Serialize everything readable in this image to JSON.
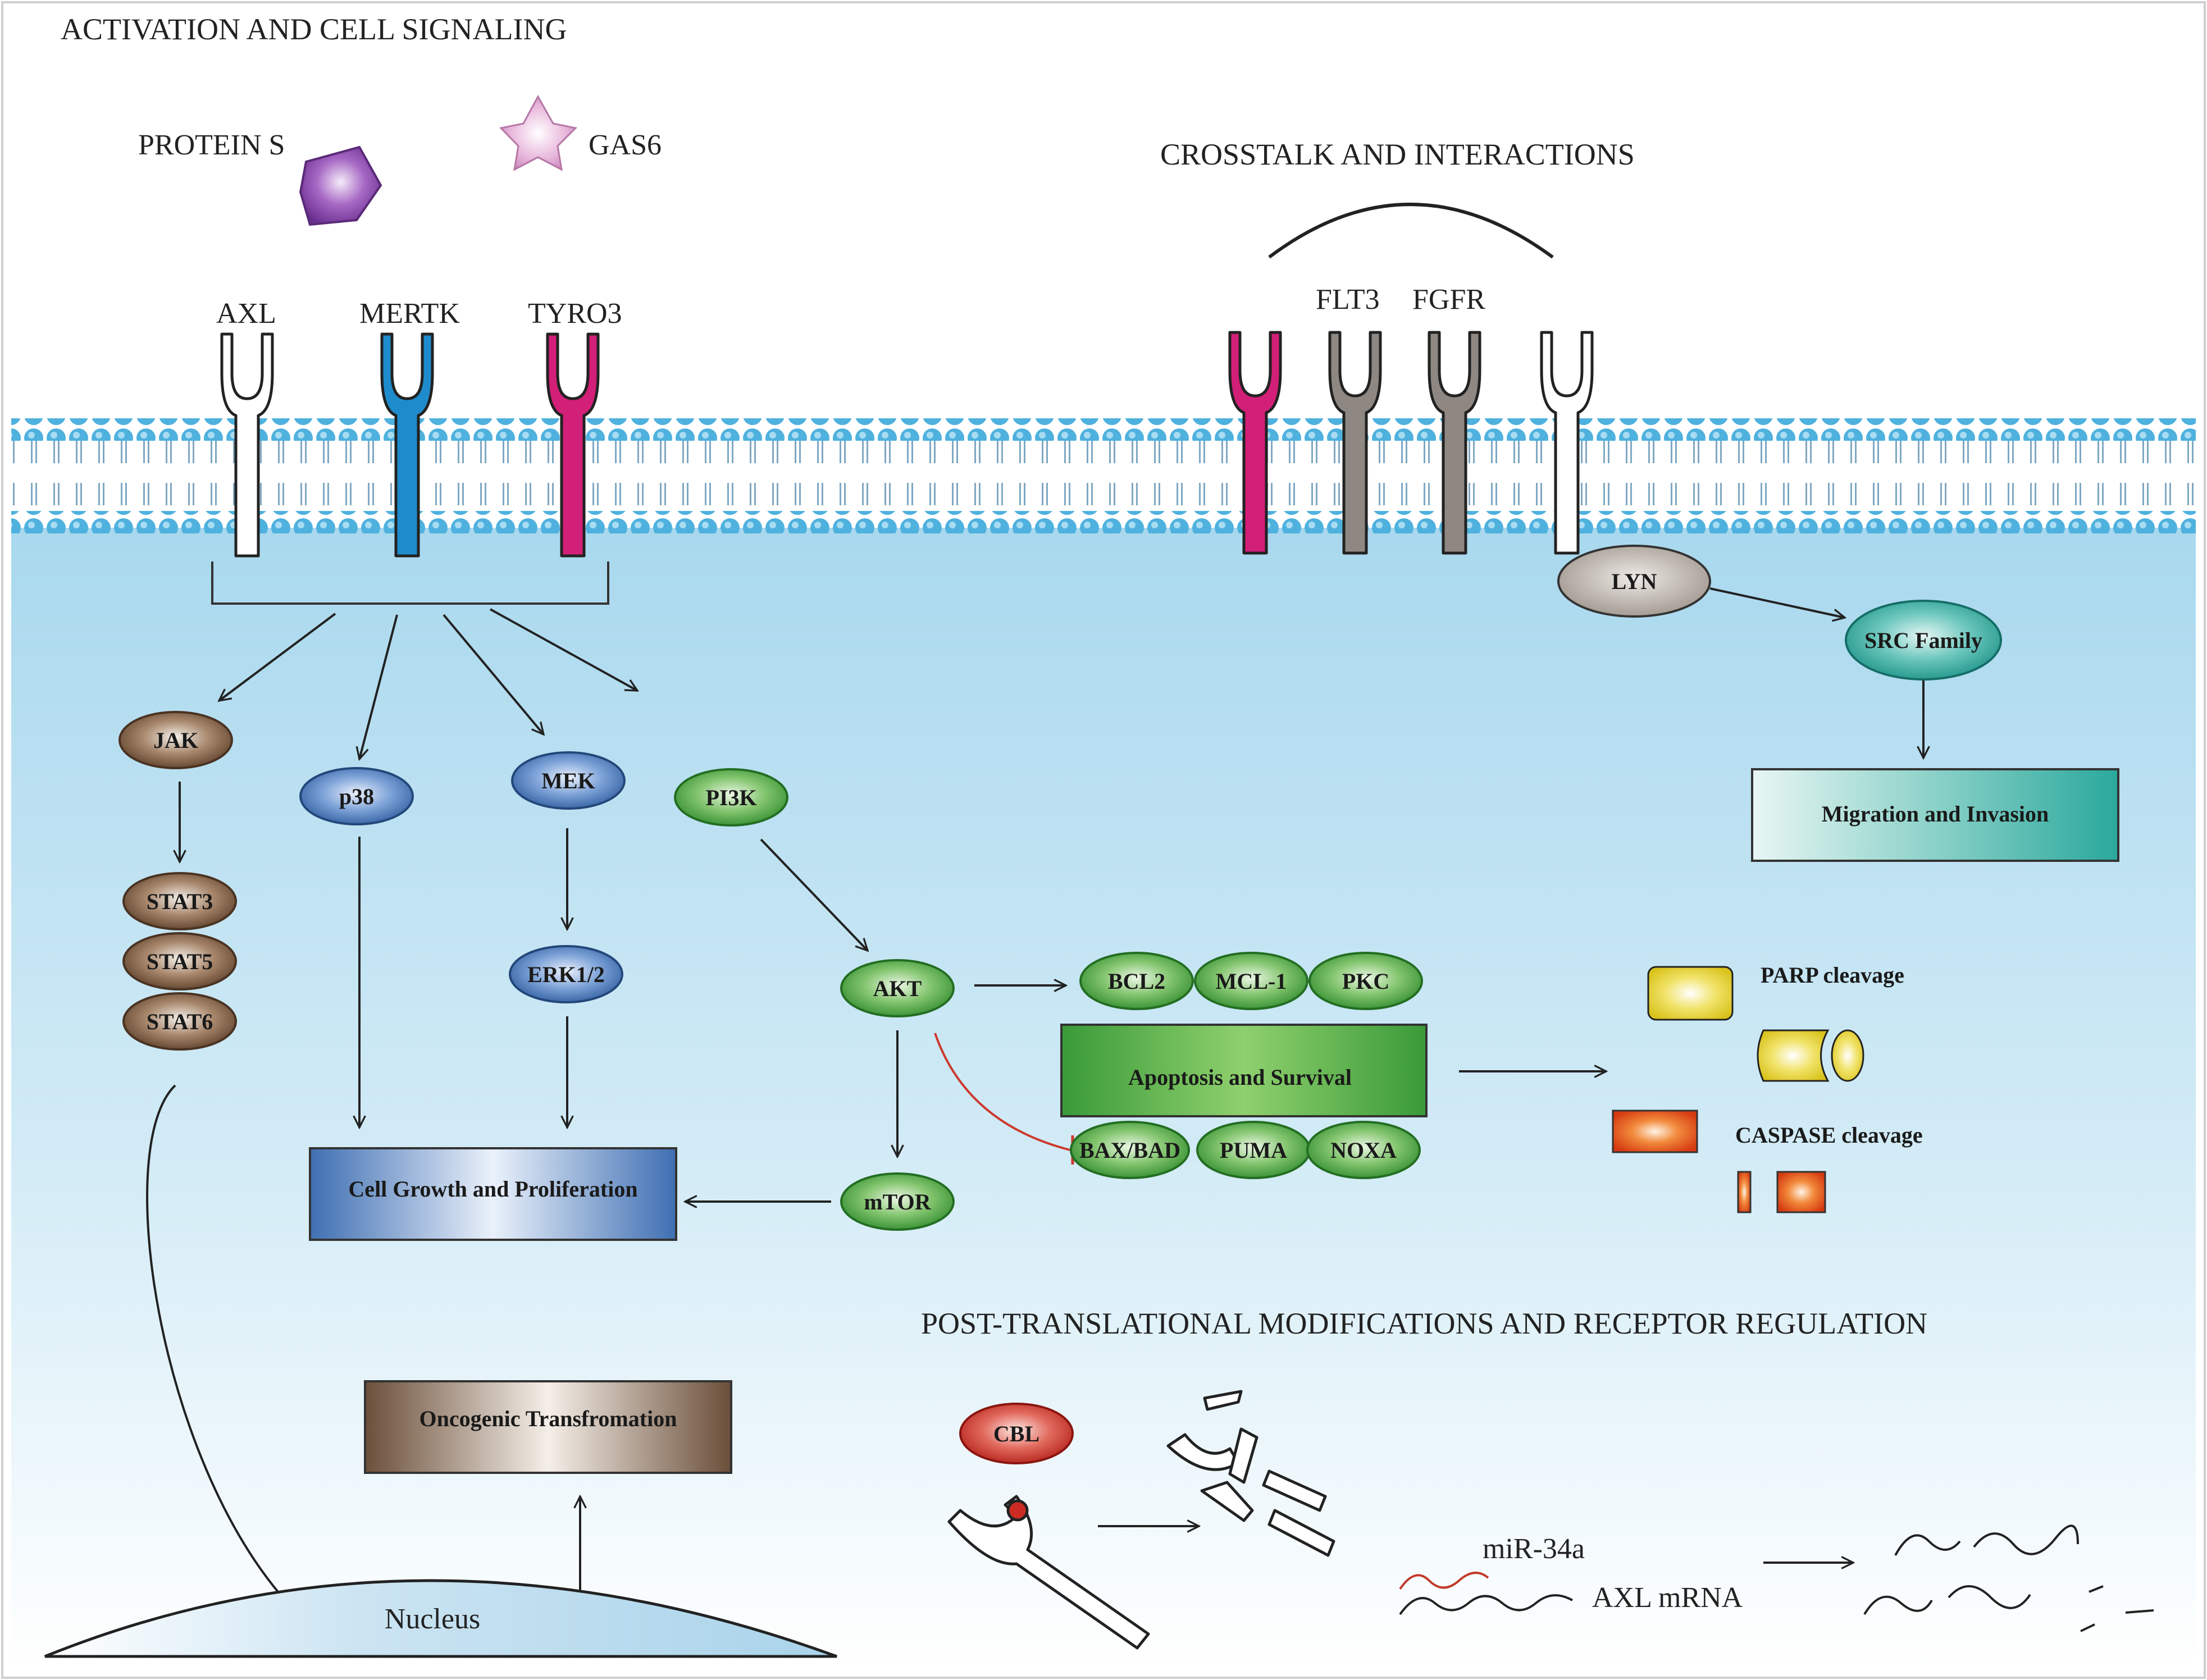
{
  "headings": {
    "activation": "ACTIVATION AND CELL SIGNALING",
    "crosstalk": "CROSSTALK AND INTERACTIONS",
    "ptm": "POST-TRANSLATIONAL MODIFICATIONS AND RECEPTOR REGULATION"
  },
  "ligands": {
    "protein_s": "PROTEIN S",
    "gas6": "GAS6"
  },
  "receptors": {
    "axl": "AXL",
    "mertk": "MERTK",
    "tyro3": "TYRO3",
    "flt3": "FLT3",
    "fgfr": "FGFR"
  },
  "nodes": {
    "jak": "JAK",
    "stat3": "STAT3",
    "stat5": "STAT5",
    "stat6": "STAT6",
    "p38": "p38",
    "mek": "MEK",
    "erk": "ERK1/2",
    "pi3k": "PI3K",
    "akt": "AKT",
    "mtor": "mTOR",
    "bcl2": "BCL2",
    "mcl1": "MCL-1",
    "pkc": "PKC",
    "baxbad": "BAX/BAD",
    "puma": "PUMA",
    "noxa": "NOXA",
    "lyn": "LYN",
    "src": "SRC Family",
    "cbl": "CBL"
  },
  "boxes": {
    "growth": "Cell Growth and Proliferation",
    "apoptosis": "Apoptosis and Survival",
    "migration": "Migration and Invasion",
    "oncogenic": "Oncogenic Transfromation"
  },
  "labels": {
    "parp": "PARP cleavage",
    "caspase": "CASPASE cleavage",
    "nucleus": "Nucleus",
    "mir": "miR-34a",
    "axl_mrna": "AXL mRNA"
  },
  "colors": {
    "cytoplasm_top": "#a9d8ee",
    "membrane_bead": "#4fb1de",
    "mertk": "#1e8ccc",
    "tyro3": "#d21f78",
    "grey_receptor": "#8f8882",
    "brown_node": "#6b4f3a",
    "blue_node": "#3f6fb2",
    "green_node": "#3a9a38",
    "teal": "#2aa89c",
    "cbl_red": "#cc2b24"
  }
}
